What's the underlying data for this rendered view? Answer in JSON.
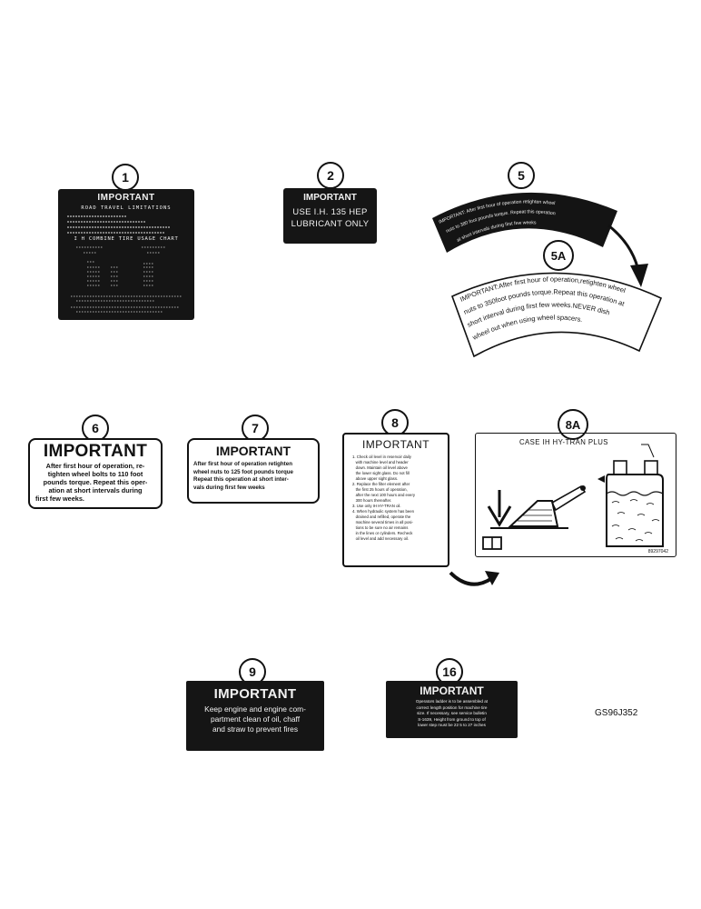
{
  "callouts": {
    "c1": "1",
    "c2": "2",
    "c5": "5",
    "c5a": "5A",
    "c6": "6",
    "c7": "7",
    "c8": "8",
    "c8a": "8A",
    "c9": "9",
    "c16": "16"
  },
  "decal1": {
    "title": "IMPORTANT",
    "subtitle": "ROAD TRAVEL LIMITATIONS",
    "chart_title": "I H COMBINE TIRE USAGE CHART"
  },
  "decal2": {
    "title": "IMPORTANT",
    "line1": "USE I.H. 135 HEP",
    "line2": "LUBRICANT ONLY"
  },
  "decal5": {
    "text1": "IMPORTANT: After first hour of operation retighten wheel",
    "text2": "nuts to 380 foot pounds torque. Repeat this operation",
    "text3": "at short intervals during first few weeks"
  },
  "decal5a": {
    "text1": "IMPORTANT:After first hour of operation,retighten wheel",
    "text2": "nuts to 350foot pounds torque.Repeat this operation at",
    "text3": "short interval during first few weeks.NEVER dish",
    "text4": "wheel out when using wheel spacers."
  },
  "decal6": {
    "title": "IMPORTANT",
    "line1": "After first hour of operation, re-",
    "line2": "tighten wheel bolts to 110 foot",
    "line3": "pounds torque. Repeat this oper-",
    "line4": "ation at short intervals during",
    "line5": "first few weeks."
  },
  "decal7": {
    "title": "IMPORTANT",
    "line1": "After first hour of operation retighten",
    "line2": "wheel nuts to 125 foot pounds torque",
    "line3": "Repeat this operation at short inter-",
    "line4": "vals during first few weeks"
  },
  "decal8": {
    "title": "IMPORTANT",
    "lines": [
      "1. Check oil level in reservoir daily",
      "   with machine level and header",
      "   down. Maintain oil level above",
      "   the lower sight glass. Do not fill",
      "   above upper sight glass.",
      "2. Replace the filter element after",
      "   the first 25 hours of operation,",
      "   after the next 100 hours and every",
      "   300 hours thereafter.",
      "3. Use only IH HY-TRAN oil.",
      "4. When hydraulic system has been",
      "   drained and refilled, operate the",
      "   machine several times in all posi-",
      "   tions to be sure no air remains",
      "   in the lines or cylinders. Recheck",
      "   oil level and add necessary oil."
    ]
  },
  "decal8a": {
    "label": "CASE IH HY-TRAN PLUS",
    "code": "89297042"
  },
  "decal9": {
    "title": "IMPORTANT",
    "line1": "Keep engine and engine com-",
    "line2": "partment clean of oil, chaff",
    "line3": "and straw to prevent fires"
  },
  "decal16": {
    "title": "IMPORTANT",
    "line1": "Operators ladder is to be assembled at",
    "line2": "correct length position for machine tire",
    "line3": "size. If necessary, see service bulletin",
    "line4": "S-1639, Height from ground to top of",
    "line5": "lower step must be 22 5 to 27 inches"
  },
  "figure_code": "GS96J352"
}
